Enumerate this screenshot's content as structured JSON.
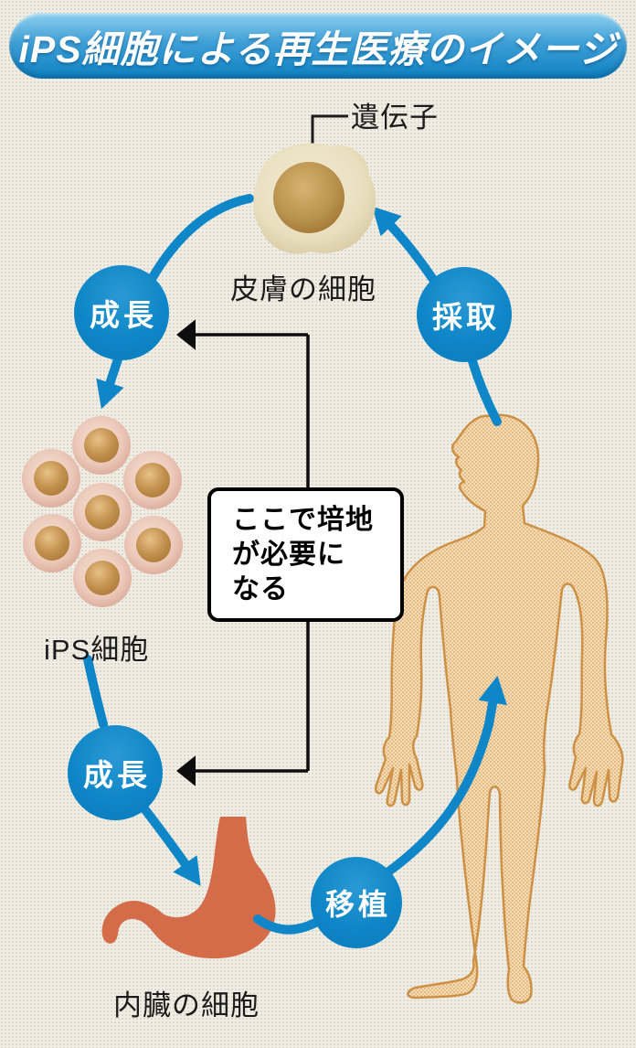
{
  "title": "iPS細胞による再生医療のイメージ",
  "labels": {
    "gene": "遺伝子",
    "skin_cell": "皮膚の細胞",
    "ips_cell": "iPS細胞",
    "organ_cell": "内臓の細胞"
  },
  "nodes": {
    "growth_top": "成長",
    "harvest": "採取",
    "growth_bottom": "成長",
    "transplant": "移植"
  },
  "note_box": {
    "lines": [
      "ここで培地",
      "が必要に",
      "なる"
    ]
  },
  "colors": {
    "accent_blue": "#0e86c7",
    "background": "#f0ede5",
    "stomach_orange": "#d56c49",
    "body_skin": "#eccb9d",
    "body_outline": "#cd9145",
    "cell_cream": "#eae0c0",
    "nucleus_brown": "#a87a38",
    "ips_pink": "#ecc9b8"
  }
}
